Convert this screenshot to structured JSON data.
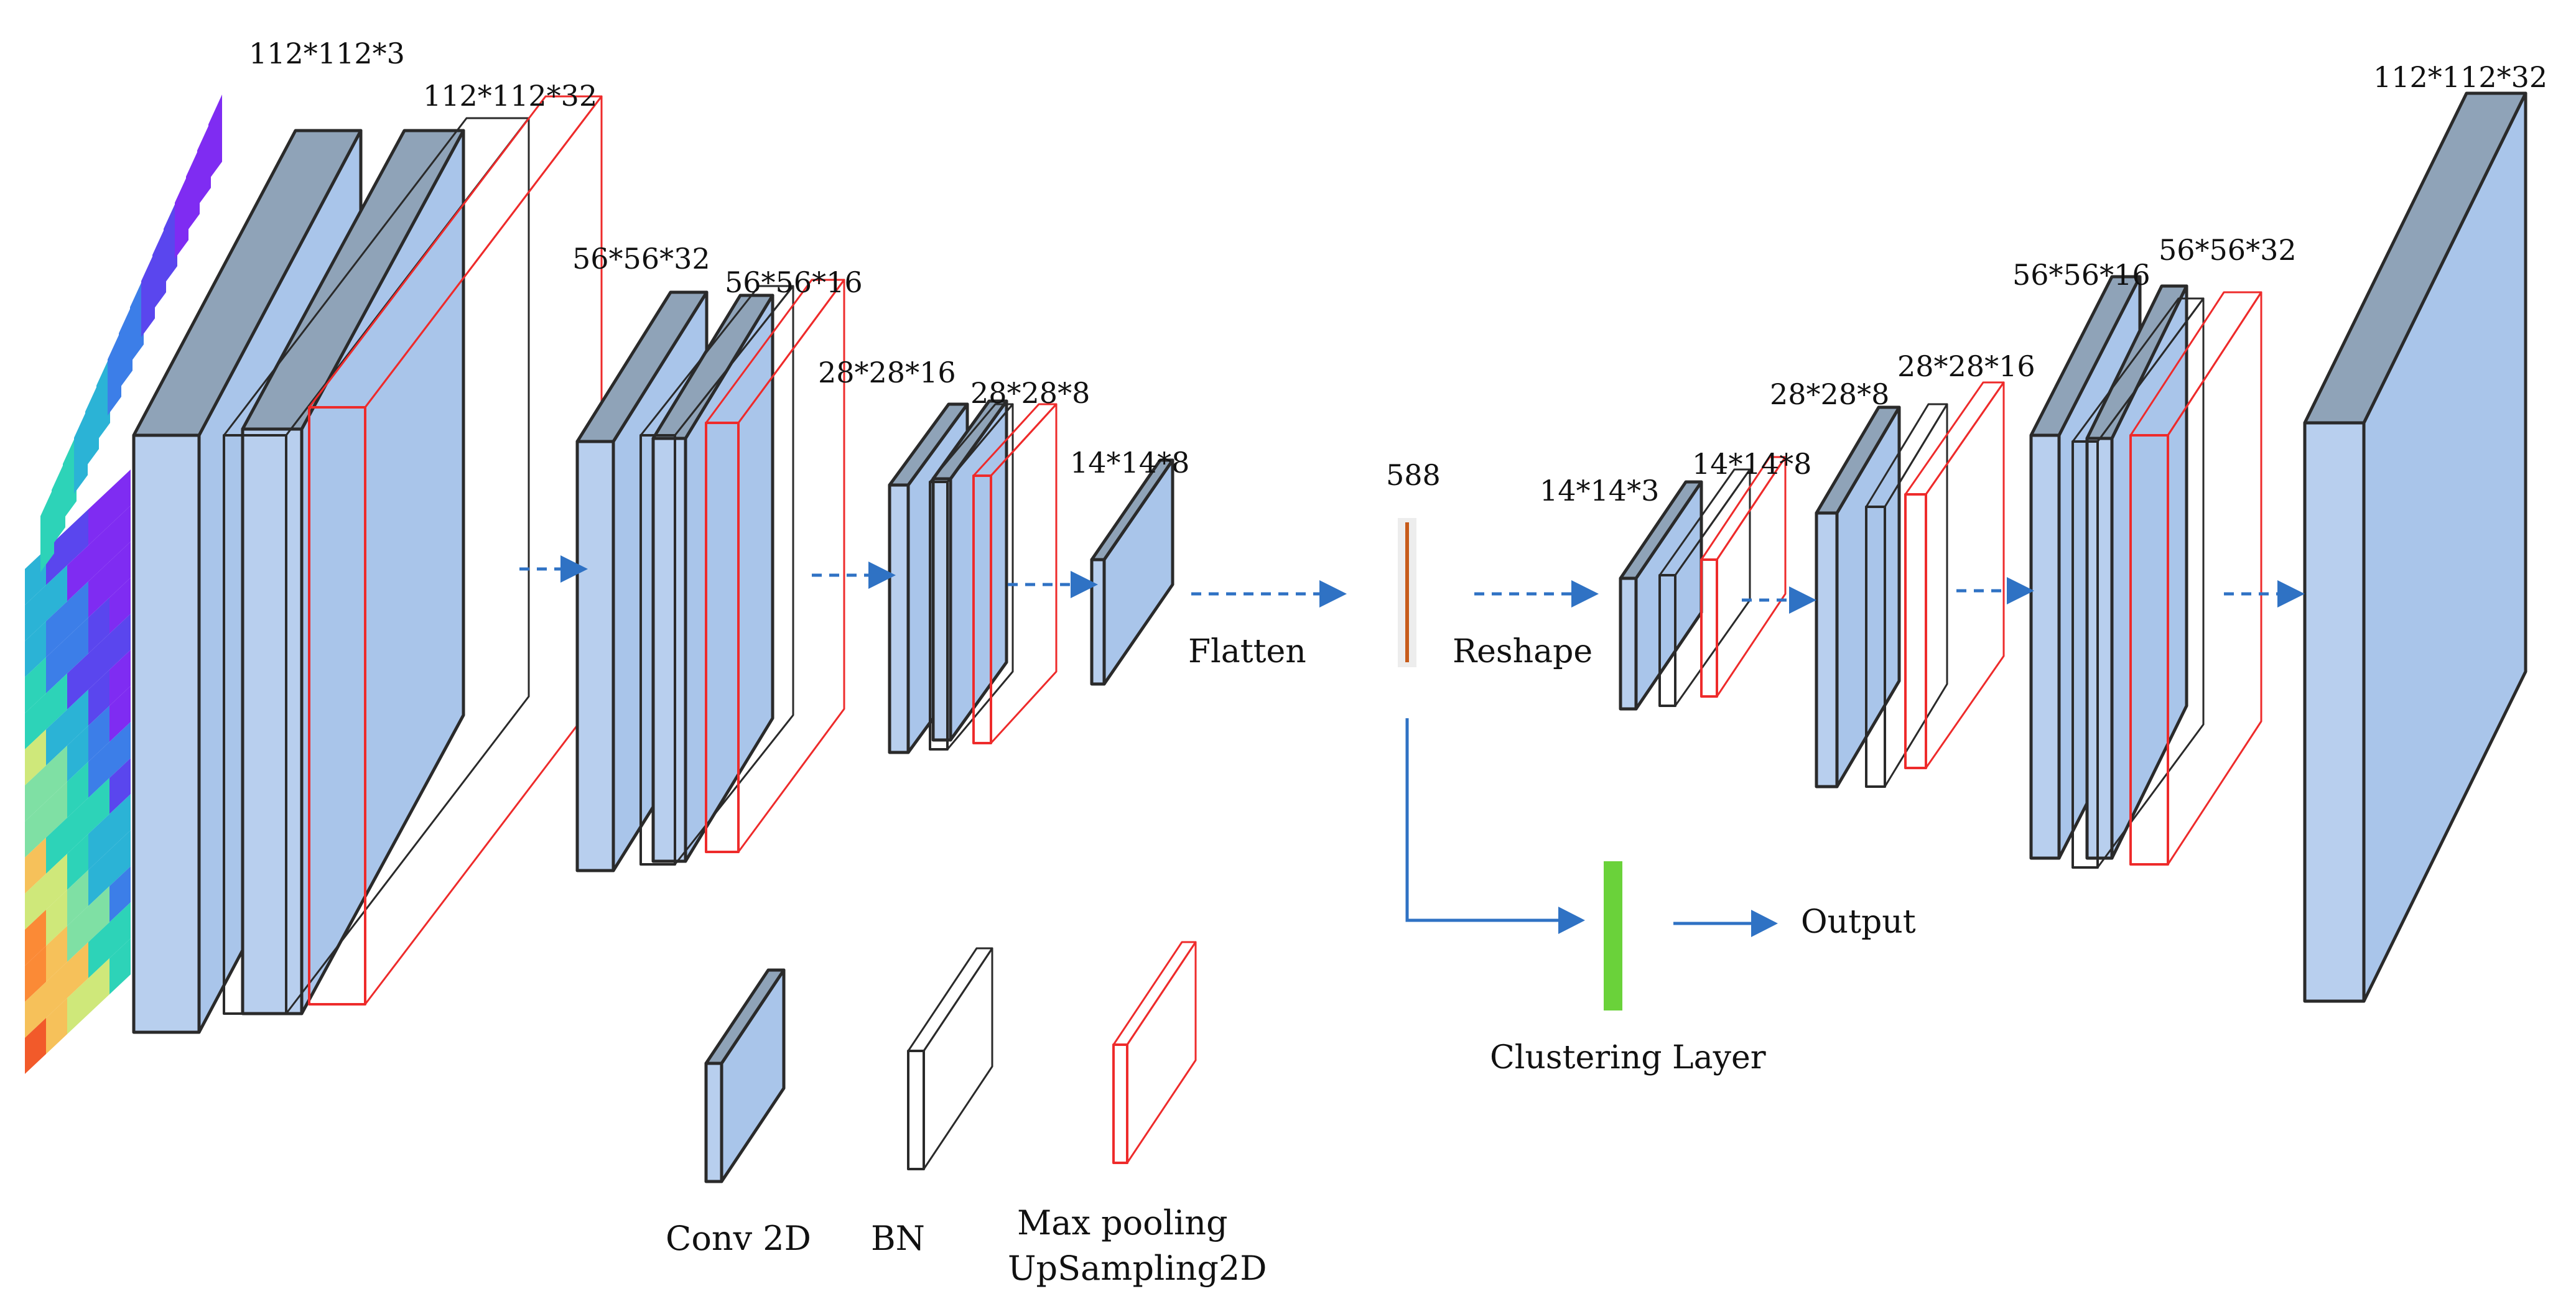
{
  "diagram": {
    "input": {
      "label": "112*112*3",
      "heatmap_colors": [
        "#e8261d",
        "#f25a2a",
        "#fb8a36",
        "#f6c15a",
        "#cfe87a",
        "#7fe0a4",
        "#2dd3b8",
        "#2bb3d6",
        "#3c7ee8",
        "#5a46ee",
        "#7f2cf2"
      ]
    },
    "encoder": {
      "conv1": {
        "label": "112*112*32"
      },
      "conv2": {
        "label": "56*56*32"
      },
      "pool2": {
        "label": "56*56*16"
      },
      "conv3": {
        "label": "28*28*16"
      },
      "pool3": {
        "label": "28*28*8"
      },
      "conv4": {
        "label": "14*14*8"
      }
    },
    "flatten": {
      "label": "Flatten"
    },
    "code": {
      "label": "588",
      "color": "#c75b1a"
    },
    "reshape": {
      "label": "Reshape"
    },
    "decoder": {
      "conv1": {
        "label": "14*14*3"
      },
      "up1": {
        "label": "14*14*8"
      },
      "conv2": {
        "label": "28*28*8"
      },
      "up2": {
        "label": "28*28*16"
      },
      "conv3": {
        "label": "56*56*16"
      },
      "up3": {
        "label": "56*56*32"
      },
      "output": {
        "label": "112*112*32"
      }
    },
    "clustering": {
      "label": "Clustering Layer",
      "color": "#6ad23a"
    },
    "output_label": "Output",
    "legend": {
      "conv": "Conv 2D",
      "bn": "BN",
      "pool_line1": "Max pooling",
      "pool_line2": "UpSampling2D"
    },
    "colors": {
      "conv_front": "#b8cfee",
      "conv_side": "#a9c5ea",
      "conv_top": "#8fa3b8",
      "conv_edge": "#2a2a2a",
      "bn_edge": "#2a2a2a",
      "pool_edge": "#ee2b2b",
      "arrow": "#2f72c4"
    }
  }
}
